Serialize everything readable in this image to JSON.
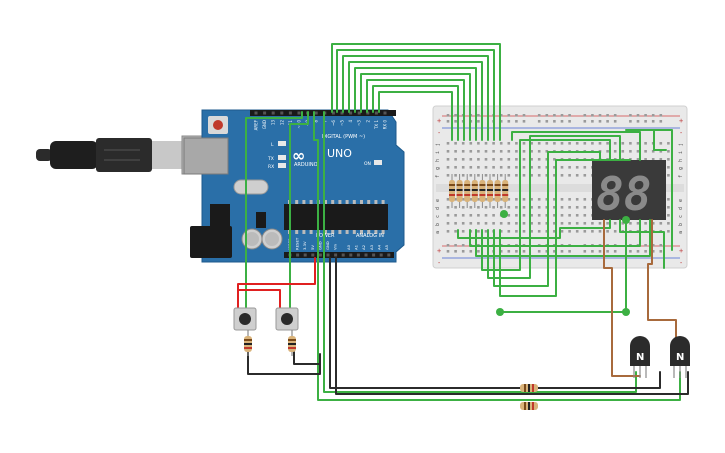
{
  "arduino": {
    "logo": "∞",
    "brand": "ARDUINO",
    "model": "UNO",
    "digital_label": "DIGITAL (PWM ~)",
    "power_label": "POWER",
    "analog_label": "ANALOG IN",
    "header_pins_top": [
      "AREF",
      "GND",
      "13",
      "12",
      "~11",
      "~10",
      "~9",
      "8",
      "7",
      "~6",
      "~5",
      "4",
      "~3",
      "2",
      "TX 1",
      "RX 0"
    ],
    "power_pins": [
      "IOREF",
      "RESET",
      "3.3V",
      "5V",
      "GND",
      "GND",
      "Vin"
    ],
    "analog_pins": [
      "A0",
      "A1",
      "A2",
      "A3",
      "A4",
      "A5"
    ],
    "led_labels": [
      "L",
      "TX",
      "RX"
    ],
    "on_label": "ON"
  },
  "breadboard": {
    "row_letters_top": [
      "j",
      "i",
      "h",
      "g",
      "f"
    ],
    "row_letters_bottom": [
      "e",
      "d",
      "c",
      "b",
      "a"
    ],
    "rail_plus": "+",
    "rail_minus": "-"
  },
  "display": {
    "digits": "88"
  },
  "transistors": [
    {
      "label": "N"
    },
    {
      "label": "N"
    }
  ],
  "colors": {
    "board": "#2a6fa8",
    "wire_green": "#3cb043",
    "wire_red": "#e02020",
    "wire_black": "#2b2b2b",
    "wire_brown": "#a86a3c",
    "breadboard": "#e9e9e9",
    "display_body": "#3a3a3a",
    "segment": "#8a8a8a"
  }
}
